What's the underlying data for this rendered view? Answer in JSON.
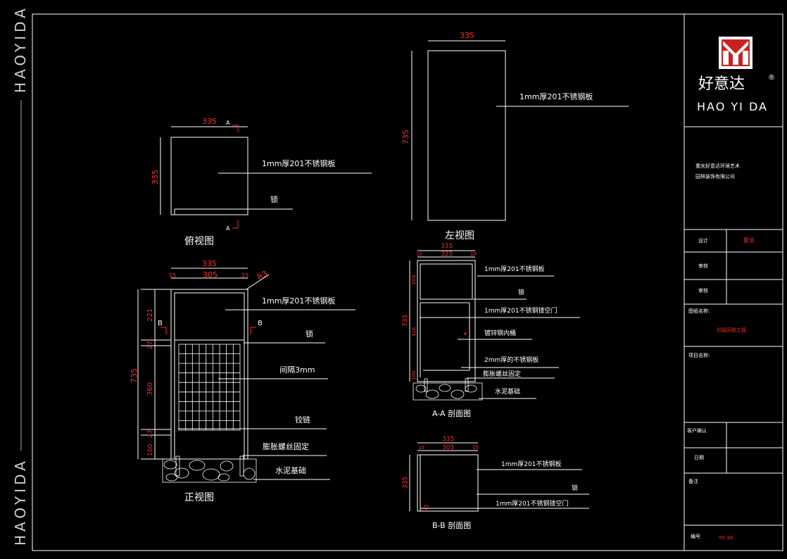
{
  "brand": {
    "watermark_top": "HAOYIDA",
    "watermark_bottom": "HAOYIDA",
    "name_cn": "好意达",
    "name_en": "HAO YI DA",
    "registered": "®",
    "company": [
      "重庆好意达环境艺术",
      "园林装饰有限公司"
    ]
  },
  "title_block": {
    "design_label": "设计",
    "design_value": "夏总",
    "review_label": "审核",
    "approve_label": "审核",
    "drawing_name_label": "图纸名称:",
    "drawing_name_value": "垃圾回收工程",
    "project_label": "项目名称:",
    "client_label": "客户确认",
    "date_label": "日期",
    "note_label": "备注",
    "number_label": "编号",
    "number_value": "YS-10"
  },
  "top_view": {
    "title": "俯视图",
    "dim_width": "335",
    "dim_depth": "335",
    "section_mark": "A",
    "note_plate": "1mm厚201不锈钢板",
    "note_lock": "锁"
  },
  "left_view": {
    "title": "左视图",
    "dim_width": "335",
    "dim_height": "735",
    "note_plate": "1mm厚201不锈钢板"
  },
  "front_view": {
    "title": "正视图",
    "dim_total": "335",
    "dim_inner": "305",
    "dim_side": "15",
    "dim_height": "735",
    "dim_221": "221",
    "dim_27a": "27",
    "dim_360": "360",
    "dim_27b": "27",
    "dim_100": "100",
    "radius": "R3",
    "section_mark": "B",
    "note_plate": "1mm厚201不锈钢板",
    "note_lock": "锁",
    "note_gap": "间隔3mm",
    "note_hinge": "铰链",
    "note_bolt": "膨胀螺丝固定",
    "note_base": "水泥基础"
  },
  "section_aa": {
    "title": "A-A 剖面图",
    "dim_total": "335",
    "dim_inner": "325",
    "dim_side": "10",
    "dim_height": "735",
    "dim_204": "204",
    "dim_416": "416",
    "dim_100": "100",
    "note_plate": "1mm厚201不锈钢板",
    "note_lock": "锁",
    "note_door": "1mm厚201不锈钢镂空门",
    "note_tube": "镀锌钢内桶",
    "note_base_plate": "2mm厚的不锈钢板",
    "note_bolt": "膨胀螺丝固定",
    "note_base": "水泥基础"
  },
  "section_bb": {
    "title": "B-B 剖面图",
    "dim_total": "335",
    "dim_inner": "305",
    "dim_side": "15",
    "dim_depth": "335",
    "note_plate": "1mm厚201不锈钢板",
    "note_lock": "锁",
    "note_door": "1mm厚201不锈钢镂空门"
  },
  "colors": {
    "line": "#ffffff",
    "dimension": "#ff2a2a",
    "background": "#000000"
  }
}
